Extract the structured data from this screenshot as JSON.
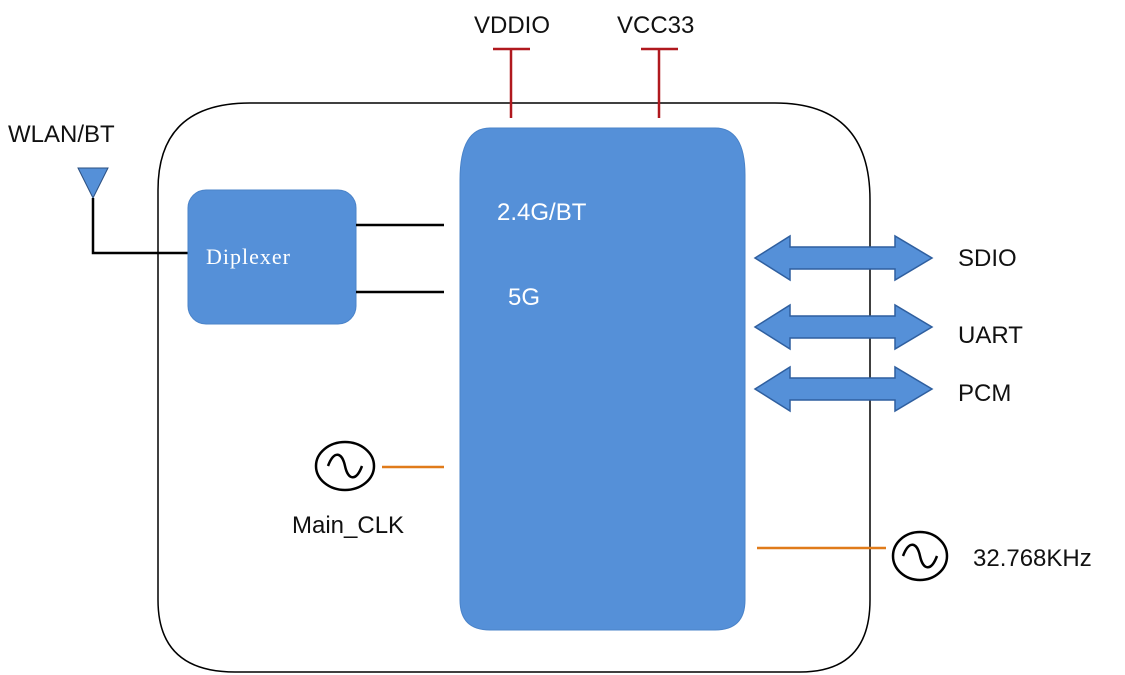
{
  "colors": {
    "block_fill": "#5590d8",
    "block_stroke": "#4a83c9",
    "power_line": "#b0181e",
    "clock_line": "#e07b1a",
    "signal_line": "#000000",
    "outline": "#000000"
  },
  "antenna": {
    "label": "WLAN/BT",
    "icon": "antenna-icon"
  },
  "power": {
    "vddio": "VDDIO",
    "vcc33": "VCC33"
  },
  "diplexer": {
    "label": "Diplexer"
  },
  "chip": {
    "band_24": "2.4G/BT",
    "band_5": "5G"
  },
  "interfaces": [
    {
      "label": "SDIO"
    },
    {
      "label": "UART"
    },
    {
      "label": "PCM"
    }
  ],
  "clocks": {
    "main": {
      "label": "Main_CLK",
      "icon": "oscillator-icon"
    },
    "rtc": {
      "label": "32.768KHz",
      "icon": "oscillator-icon"
    }
  }
}
